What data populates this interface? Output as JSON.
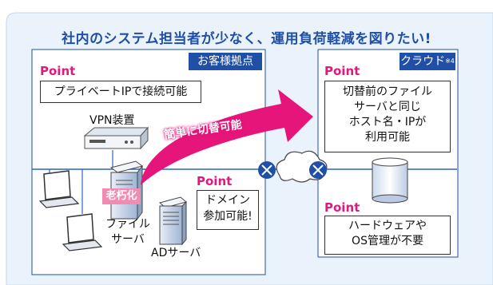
{
  "title": "社内のシステム担当者が少なく、運用負荷軽減を図りたい!",
  "left_panel": {
    "tag": "お客様拠点",
    "point1": {
      "heading": "Point",
      "text": "プライベートIPで接続可能"
    },
    "vpn_label": "VPN装置",
    "aging_badge": "老朽化",
    "file_server_line1": "ファイル",
    "file_server_line2": "サーバ",
    "ad_server_label": "ADサーバ",
    "point2": {
      "heading": "Point",
      "line1": "ドメイン",
      "line2": "参加可能!"
    }
  },
  "arrow_label": "簡単に切替可能",
  "right_panel": {
    "tag": "クラウド",
    "tag_sup": "※4",
    "point1": {
      "heading": "Point",
      "lines": [
        "切替前のファイル",
        "サーバと同じ",
        "ホスト名・IPが",
        "利用可能"
      ]
    },
    "point2": {
      "heading": "Point",
      "line1": "ハードウェアや",
      "line2": "OS管理が不要"
    }
  },
  "colors": {
    "frame_bg": "#eaf3fb",
    "accent_blue": "#1f4fa6",
    "panel_border": "#1f4fa6",
    "point_pink": "#e0197d",
    "arrow_pink": "#e6157a",
    "badge_pink": "#f28ab4",
    "net_line": "#2f63c4"
  }
}
